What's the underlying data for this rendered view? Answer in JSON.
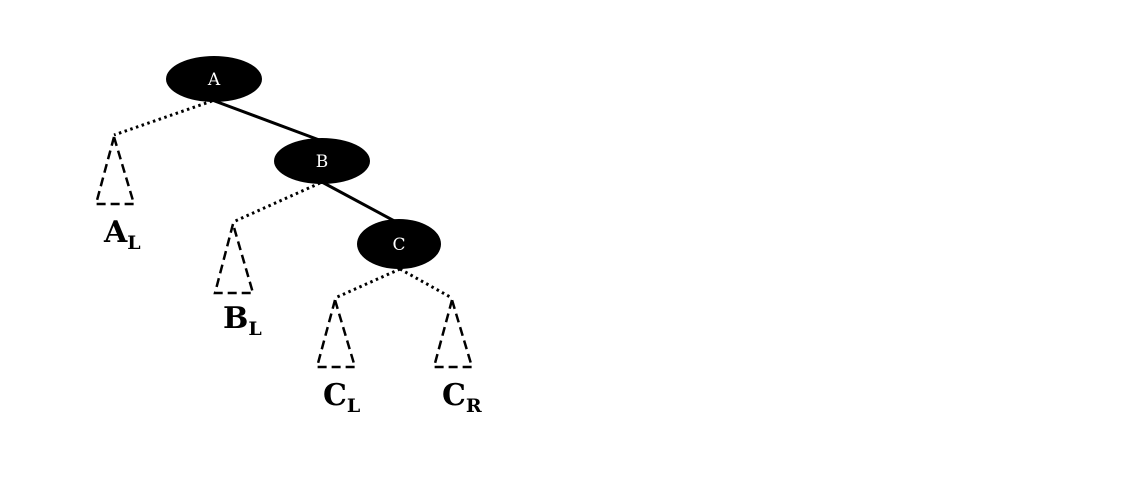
{
  "nodes": {
    "a": "A",
    "b": "B",
    "c": "C"
  },
  "subtrees": {
    "a_left": {
      "main": "A",
      "sub": "L"
    },
    "b_left": {
      "main": "B",
      "sub": "L"
    },
    "c_left": {
      "main": "C",
      "sub": "L"
    },
    "c_right": {
      "main": "C",
      "sub": "R"
    }
  },
  "colors": {
    "node_fill": "#000000",
    "node_text": "#ffffff",
    "stroke": "#000000"
  }
}
